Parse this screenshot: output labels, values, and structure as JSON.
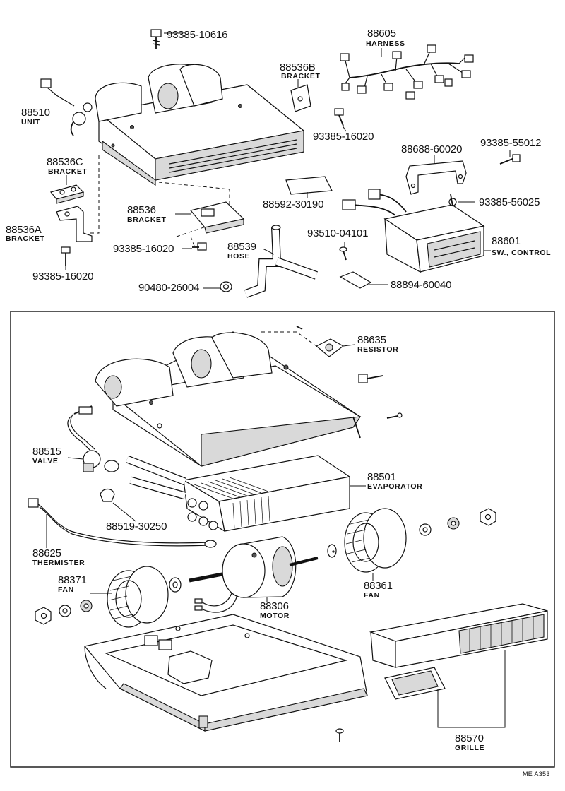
{
  "parts": {
    "p93385_10616": "93385-10616",
    "p88605": "88605",
    "p88605_name": "HARNESS",
    "p88536b": "88536B",
    "p88536b_name": "BRACKET",
    "p88510": "88510",
    "p88510_name": "UNIT",
    "p93385_16020_a": "93385-16020",
    "p88688": "88688-60020",
    "p93385_55012": "93385-55012",
    "p88536c": "88536C",
    "p88536c_name": "BRACKET",
    "p88592": "88592-30190",
    "p93385_56025": "93385-56025",
    "p88536": "88536",
    "p88536_name": "BRACKET",
    "p88536a": "88536A",
    "p88536a_name": "BRACKET",
    "p93510": "93510-04101",
    "p88601": "88601",
    "p88601_name": "SW., CONTROL",
    "p93385_16020_b": "93385-16020",
    "p88539": "88539",
    "p88539_name": "HOSE",
    "p93385_16020_c": "93385-16020",
    "p90480": "90480-26004",
    "p88894": "88894-60040",
    "p88635": "88635",
    "p88635_name": "RESISTOR",
    "p88515": "88515",
    "p88515_name": "VALVE",
    "p88501": "88501",
    "p88501_name": "EVAPORATOR",
    "p88519": "88519-30250",
    "p88625": "88625",
    "p88625_name": "THERMISTER",
    "p88371": "88371",
    "p88371_name": "FAN",
    "p88361": "88361",
    "p88361_name": "FAN",
    "p88306": "88306",
    "p88306_name": "MOTOR",
    "p88570": "88570",
    "p88570_name": "GRILLE"
  },
  "footer_code": "ME  A353"
}
